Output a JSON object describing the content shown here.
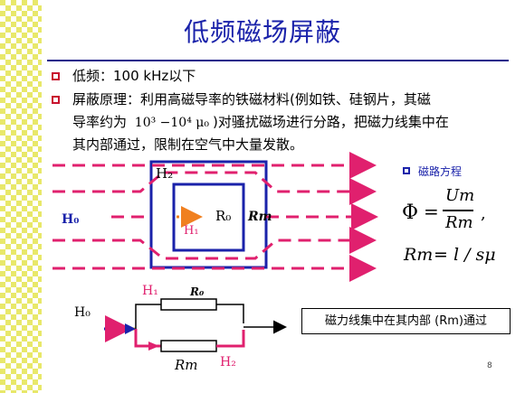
{
  "slide": {
    "title": "低频磁场屏蔽",
    "bullet1": "低频：100 kHz以下",
    "bullet2_line1": "屏蔽原理：利用高磁导率的铁磁材料(例如铁、硅钢片，其磁",
    "bullet2_line2_prefix": "导率约为",
    "bullet2_formula": "10³ −10⁴ μ₀",
    "bullet2_line2_suffix": ")对骚扰磁场进行分路，把磁力线集中在",
    "bullet2_line3": "其内部通过，限制在空气中大量发散。",
    "page_number": "8"
  },
  "field_diagram": {
    "h_outer": "H₂",
    "h_inner": "H₁",
    "h0": "H₀",
    "r0": "R₀",
    "rm": "Rm"
  },
  "equations": {
    "heading": "磁路方程",
    "phi": "Φ",
    "eq": "=",
    "num": "Um",
    "den": "Rm",
    "comma": ",",
    "rm_lhs": "Rm",
    "rm_rhs": "= l / sμ"
  },
  "circuit": {
    "h0": "H₀",
    "h1": "H₁",
    "h2": "H₂",
    "r0": "R₀",
    "rm": "Rm"
  },
  "result_box": "磁力线集中在其内部 (Rm)通过",
  "colors": {
    "accent_blue": "#1a22aa",
    "field_pink": "#e0206e",
    "bullet_red": "#c8102e",
    "sidebar_yellow": "#e8e86a",
    "arrow_orange": "#f08020"
  }
}
